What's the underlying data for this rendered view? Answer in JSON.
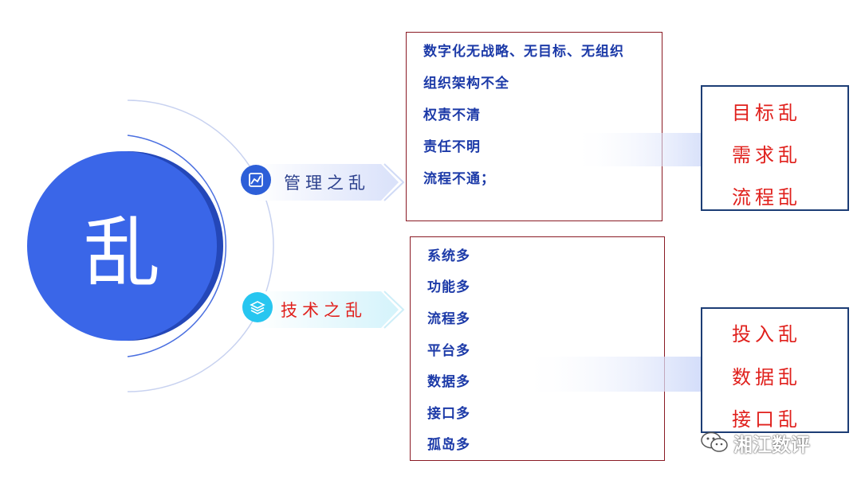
{
  "center": {
    "char": "乱"
  },
  "branches": [
    {
      "label": "管理之乱",
      "label_color": "#2b3f8c",
      "icon": "chart-icon",
      "icon_color": "#2d5fd8",
      "items": [
        "数字化无战略、无目标、无组织",
        "组织架构不全",
        "权责不清",
        "责任不明",
        "流程不通；"
      ],
      "results": [
        "目标乱",
        "需求乱",
        "流程乱"
      ]
    },
    {
      "label": "技术之乱",
      "label_color": "#e0201c",
      "icon": "layers-icon",
      "icon_color": "#27c6f0",
      "items": [
        "系统多",
        "功能多",
        "流程多",
        "平台多",
        "数据多",
        "接口多",
        "孤岛多"
      ],
      "results": [
        "投入乱",
        "数据乱",
        "接口乱"
      ]
    }
  ],
  "watermark": {
    "text": "湘江数评",
    "icon": "wechat-icon"
  }
}
